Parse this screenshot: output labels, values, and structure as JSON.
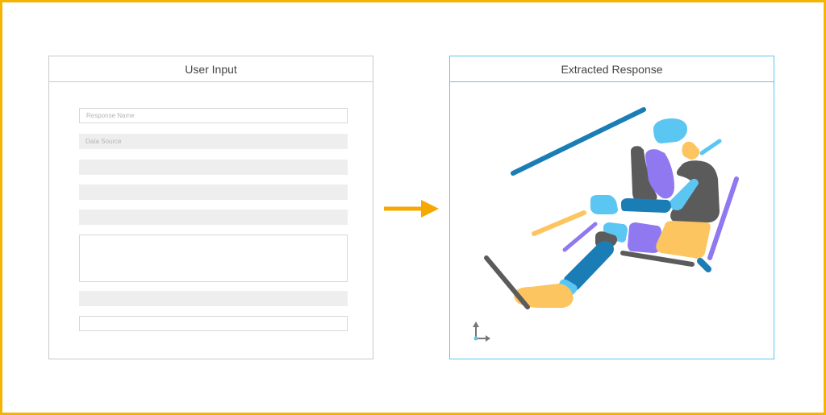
{
  "input_panel": {
    "title": "User Input",
    "fields": {
      "response_name_placeholder": "Response Name",
      "data_source_placeholder": "Data Source"
    }
  },
  "output_panel": {
    "title": "Extracted Response"
  },
  "colors": {
    "frame": "#f5b400",
    "arrow": "#f5a800",
    "input_border": "#c9c9c9",
    "output_border": "#5cc6f2",
    "part_dark_blue": "#1a7db6",
    "part_light_blue": "#5cc6f2",
    "part_purple": "#8f78f0",
    "part_yellow": "#fdc55f",
    "part_gray": "#5b5b5b"
  },
  "icons": {
    "arrow": "right-arrow-icon",
    "axes": "coordinate-axes-icon"
  }
}
